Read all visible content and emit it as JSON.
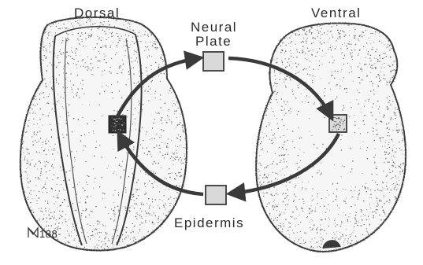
{
  "labels": {
    "dorsal": "Dorsal",
    "ventral": "Ventral",
    "neural_plate_line1": "Neural",
    "neural_plate_line2": "Plate",
    "epidermis": "Epidermis"
  },
  "signature": "188",
  "colors": {
    "ink": "#3a3a3a",
    "stipple": "#6d6d6d",
    "tissue_fill": "#e6e6e6",
    "graft_dark": "#2b2b2b",
    "background": "#ffffff"
  },
  "icons": {
    "signature_mark": "artist-monogram-icon"
  }
}
